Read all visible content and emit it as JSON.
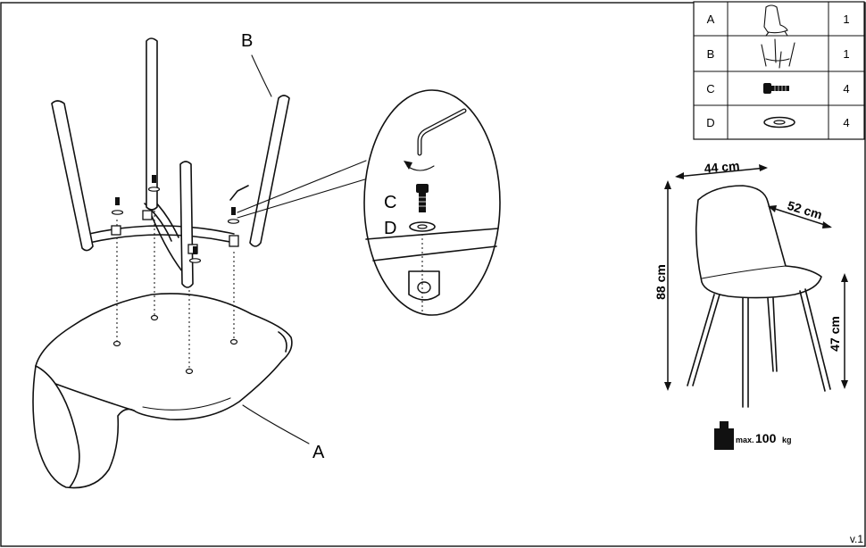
{
  "labels": {
    "seat": "A",
    "legs": "B",
    "bolt": "C",
    "washer": "D"
  },
  "parts_table": [
    {
      "id": "A",
      "icon": "seat-shell-icon",
      "qty": "1"
    },
    {
      "id": "B",
      "icon": "leg-frame-icon",
      "qty": "1"
    },
    {
      "id": "C",
      "icon": "bolt-icon",
      "qty": "4"
    },
    {
      "id": "D",
      "icon": "washer-icon",
      "qty": "4"
    }
  ],
  "dimensions": {
    "width": "44 cm",
    "depth": "52 cm",
    "height": "88 cm",
    "seat_height": "47 cm"
  },
  "load": {
    "prefix": "max.",
    "value": "100",
    "unit": "kg"
  },
  "version": "v.1"
}
